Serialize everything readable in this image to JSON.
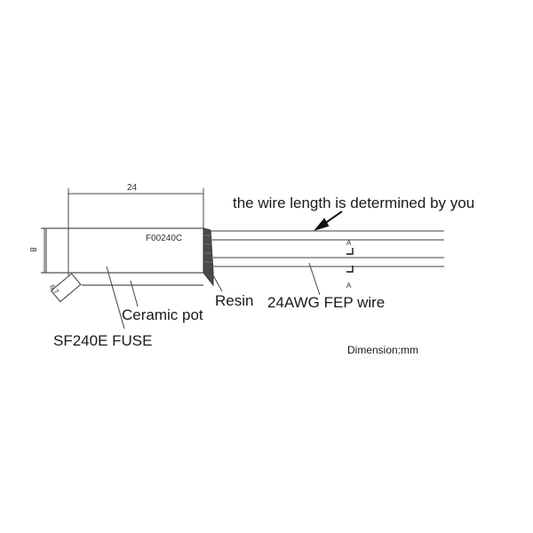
{
  "drawing": {
    "unit_note": "Dimension:mm",
    "dimensions": {
      "length": "24",
      "diameter": "8",
      "end_marker": "6.7"
    },
    "body_marking": "F00240C",
    "labels": {
      "wire_note": "the wire length is determined by you",
      "resin": "Resin",
      "wire": "24AWG FEP wire",
      "ceramic_pot": "Ceramic pot",
      "fuse": "SF240E FUSE",
      "section_mark_top": "A",
      "section_mark_bottom": "A"
    },
    "colors": {
      "line": "#555555",
      "text": "#1a1a1a",
      "resin_fill": "#4a4a4a",
      "background": "#ffffff"
    }
  }
}
